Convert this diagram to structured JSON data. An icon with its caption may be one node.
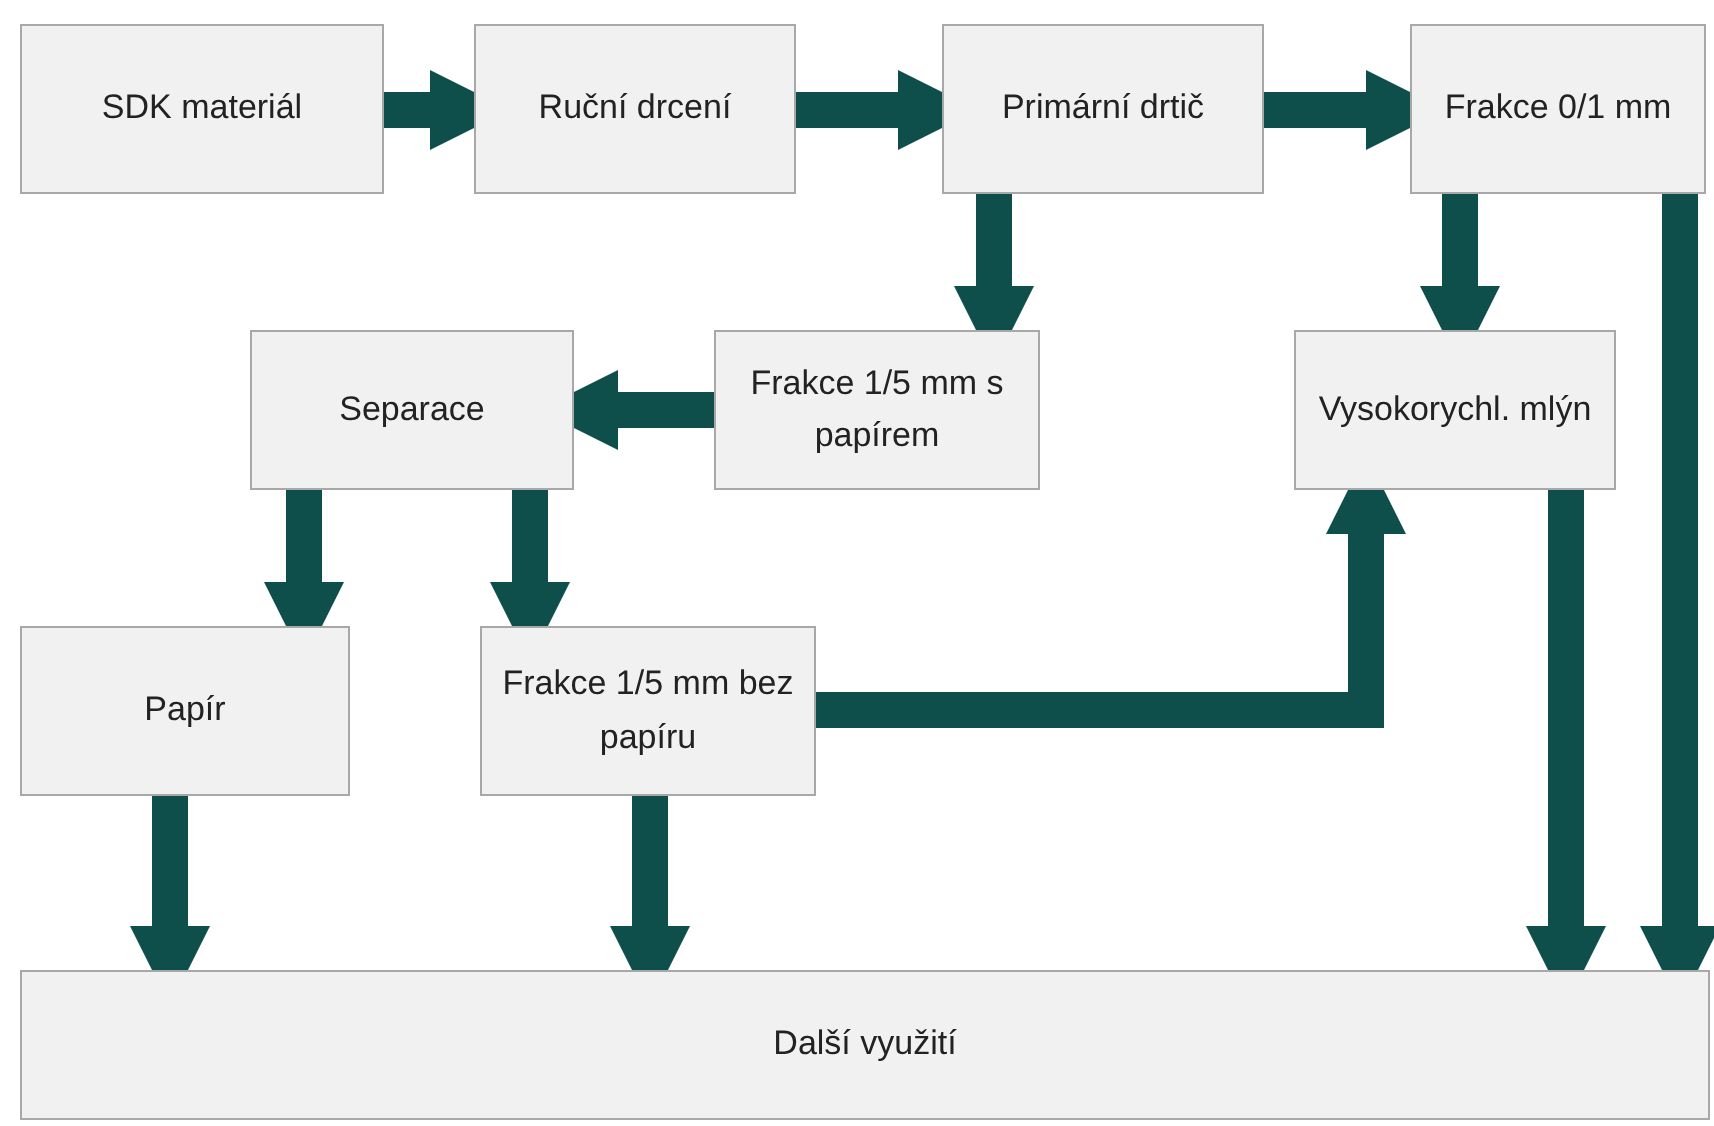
{
  "diagram": {
    "nodes": [
      {
        "text": [
          "SDK materiál"
        ]
      },
      {
        "text": [
          "Ruční drcení"
        ]
      },
      {
        "text": [
          "Primární drtič"
        ]
      },
      {
        "text": [
          "Frakce 0/1 mm"
        ]
      },
      {
        "text": [
          "Separace"
        ]
      },
      {
        "text": [
          "Frakce 1/5 mm s papírem"
        ]
      },
      {
        "text": [
          "Vysokorychl. mlýn"
        ]
      },
      {
        "text": [
          "Papír"
        ]
      },
      {
        "text": [
          "Frakce 1/5 mm bez papíru"
        ]
      },
      {
        "text": [
          "Další využití"
        ]
      }
    ],
    "edges": [
      {
        "from": 0,
        "to": 1,
        "arrow": "to"
      },
      {
        "from": 1,
        "to": 2,
        "arrow": "to"
      },
      {
        "from": 2,
        "to": 3,
        "arrow": "to"
      },
      {
        "from": 2,
        "to": 5,
        "arrow": "to"
      },
      {
        "from": 3,
        "to": 6,
        "arrow": "to"
      },
      {
        "from": 5,
        "to": 4,
        "arrow": "to"
      },
      {
        "from": 4,
        "to": 7,
        "arrow": "to"
      },
      {
        "from": 4,
        "to": 8,
        "arrow": "to"
      },
      {
        "from": 8,
        "to": 6,
        "arrow": "to"
      },
      {
        "from": 7,
        "to": 9,
        "arrow": "to"
      },
      {
        "from": 8,
        "to": 9,
        "arrow": "to"
      },
      {
        "from": 6,
        "to": 9,
        "arrow": "to"
      },
      {
        "from": 3,
        "to": 9,
        "arrow": "to"
      }
    ]
  }
}
